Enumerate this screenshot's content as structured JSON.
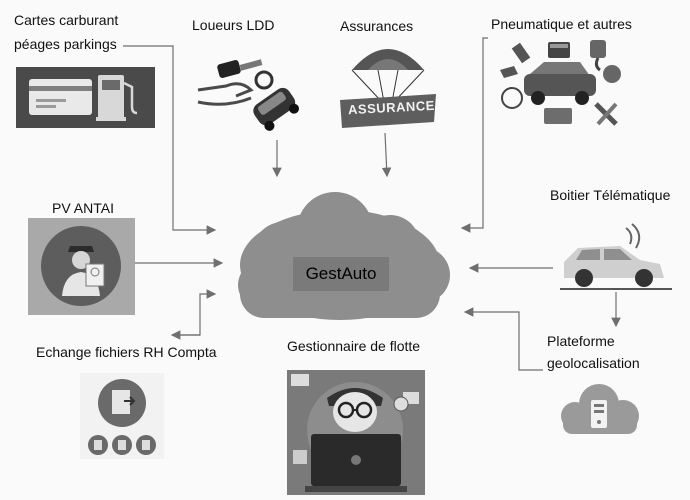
{
  "center": {
    "label": "GestAuto"
  },
  "nodes": {
    "cartes": {
      "line1": "Cartes carburant",
      "line2": "péages parkings"
    },
    "loueurs": {
      "label": "Loueurs LDD"
    },
    "assurances": {
      "label": "Assurances",
      "banner": "ASSURANCE"
    },
    "pneumatique": {
      "label": "Pneumatique et autres"
    },
    "pv": {
      "label": "PV  ANTAI"
    },
    "boitier": {
      "label": "Boitier Télématique"
    },
    "echange": {
      "label": "Echange fichiers RH Compta"
    },
    "gestionnaire": {
      "label": "Gestionnaire de flotte"
    },
    "plateforme": {
      "line1": "Plateforme",
      "line2": "geolocalisation"
    }
  },
  "colors": {
    "cloud": "#8e8e8e",
    "arrow": "#6f6f6f",
    "tile": "#4a4a4a"
  }
}
